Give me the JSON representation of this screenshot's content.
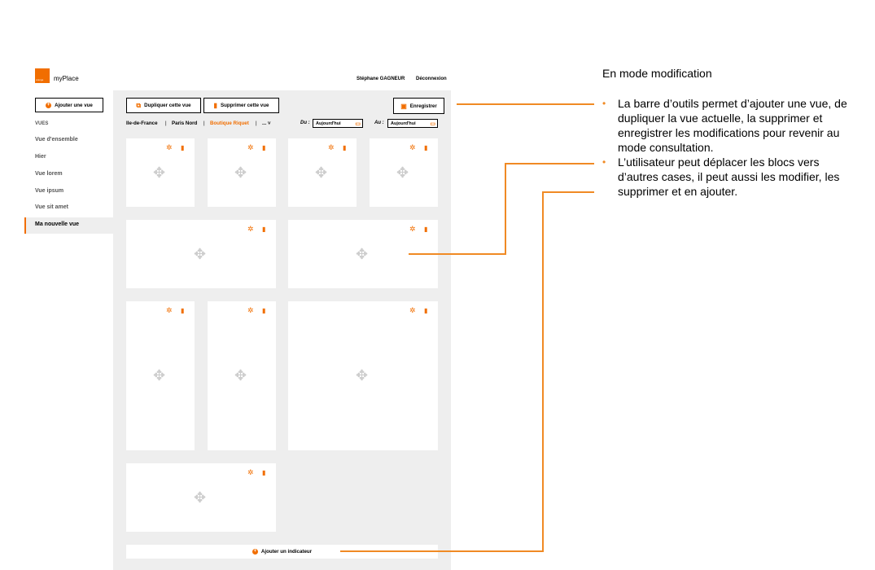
{
  "header": {
    "logo_text": "orange",
    "app_name": "myPlace",
    "user_name": "Stéphane GAGNEUR",
    "logout_label": "Déconnexion"
  },
  "sidebar": {
    "add_view_label": "Ajouter une vue",
    "views_heading": "VUES",
    "items": [
      {
        "label": "Vue d'ensemble"
      },
      {
        "label": "Hier"
      },
      {
        "label": "Vue lorem"
      },
      {
        "label": "Vue ipsum"
      },
      {
        "label": "Vue sit amet"
      }
    ],
    "active_item": "Ma nouvelle vue"
  },
  "toolbar": {
    "duplicate_label": "Dupliquer cette vue",
    "delete_label": "Supprimer cette vue",
    "save_label": "Enregistrer"
  },
  "breadcrumb": {
    "items": [
      "Ile-de-France",
      "Paris Nord",
      "Boutique Riquet",
      "..."
    ],
    "separator": "|"
  },
  "date_filter": {
    "from_label": "Du :",
    "from_value": "Aujourd'hui",
    "to_label": "Au :",
    "to_value": "Aujourd'hui"
  },
  "add_indicator_label": "Ajouter un indicateur",
  "annotation": {
    "title": "En mode modification",
    "bullets": [
      "La barre d’outils permet d’ajouter une vue, de dupliquer la vue actuelle, la supprimer et enregistrer les modifications pour revenir au mode consultation.",
      "L’utilisateur peut déplacer les blocs vers d’autres cases, il peut aussi les modifier, les supprimer et en ajouter."
    ]
  },
  "icons": {
    "gear": "gear-icon",
    "trash": "trash-icon",
    "move": "move-icon",
    "add": "plus-circle-icon",
    "calendar": "calendar-icon",
    "save": "floppy-icon",
    "duplicate": "duplicate-icon"
  },
  "colors": {
    "accent": "#f16e00",
    "panel_bg": "#eeeeee",
    "annotation_line": "#f08a24",
    "move_icon": "#cccccc"
  }
}
